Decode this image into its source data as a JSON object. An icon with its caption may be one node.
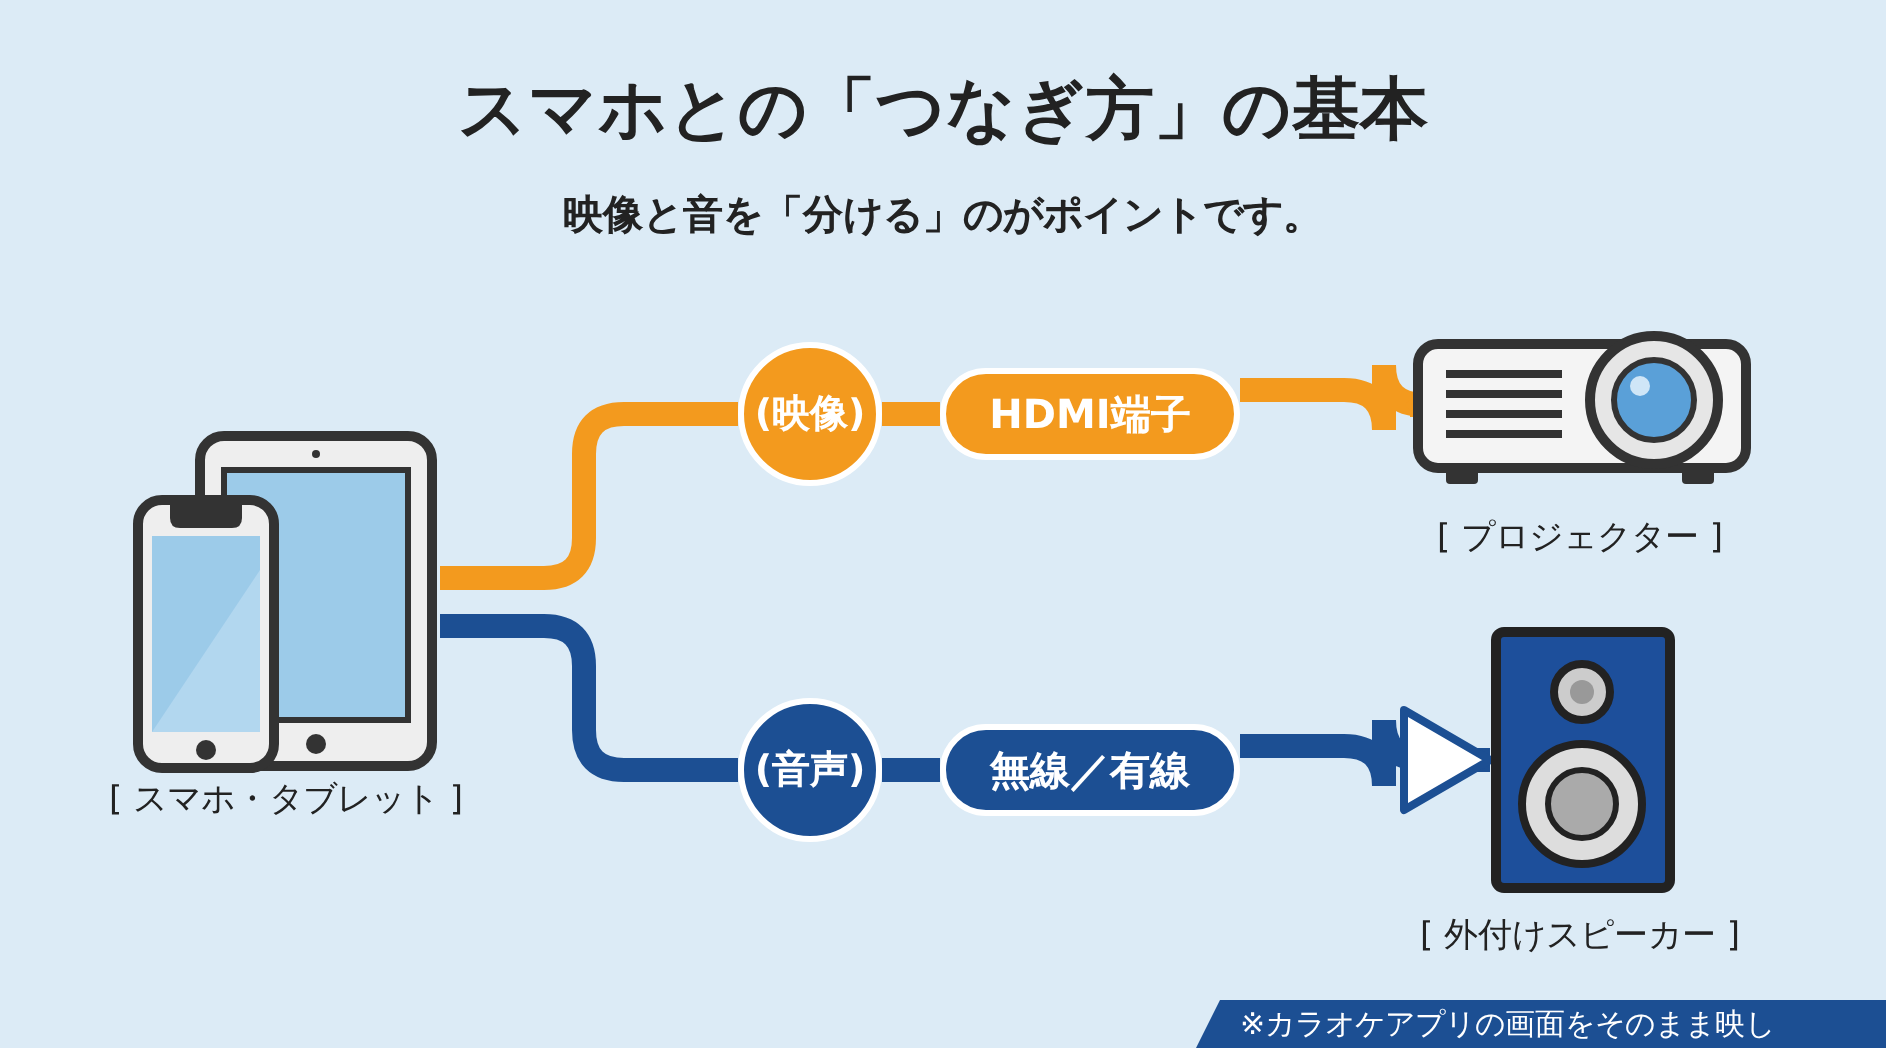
{
  "diagram": {
    "title": "スマホとの「つなぎ方」の基本",
    "nodes": [
      {
        "text": [],
        "shape": "picture",
        "beside": [
          "[ スマホ・タブレット ]"
        ]
      },
      {
        "text": [],
        "shape": "picture",
        "beside": [
          "[ プロジェクター ]"
        ]
      },
      {
        "text": [],
        "shape": "picture",
        "beside": [
          "[ 外付けスピーカー ]"
        ]
      },
      {
        "text": [
          "(映像)"
        ]
      },
      {
        "text": [
          "HDMI端子"
        ]
      },
      {
        "text": [
          "(音声)"
        ]
      },
      {
        "text": [
          "無線／有線"
        ]
      }
    ],
    "edges": [
      {
        "from": 0,
        "to": 3,
        "arrow": "none",
        "color": "#f39a1e"
      },
      {
        "from": 3,
        "to": 4,
        "arrow": "none",
        "color": "#f39a1e"
      },
      {
        "from": 4,
        "to": 1,
        "arrow": "to",
        "color": "#f39a1e"
      },
      {
        "from": 0,
        "to": 5,
        "arrow": "none",
        "color": "#1c4f93"
      },
      {
        "from": 5,
        "to": 6,
        "arrow": "none",
        "color": "#1c4f93"
      },
      {
        "from": 6,
        "to": 2,
        "arrow": "to",
        "color": "#1c4f93"
      }
    ],
    "labels": [
      "映像と音を「分ける」のがポイントです。",
      "※カラオケアプリの画面をそのまま映し"
    ]
  }
}
